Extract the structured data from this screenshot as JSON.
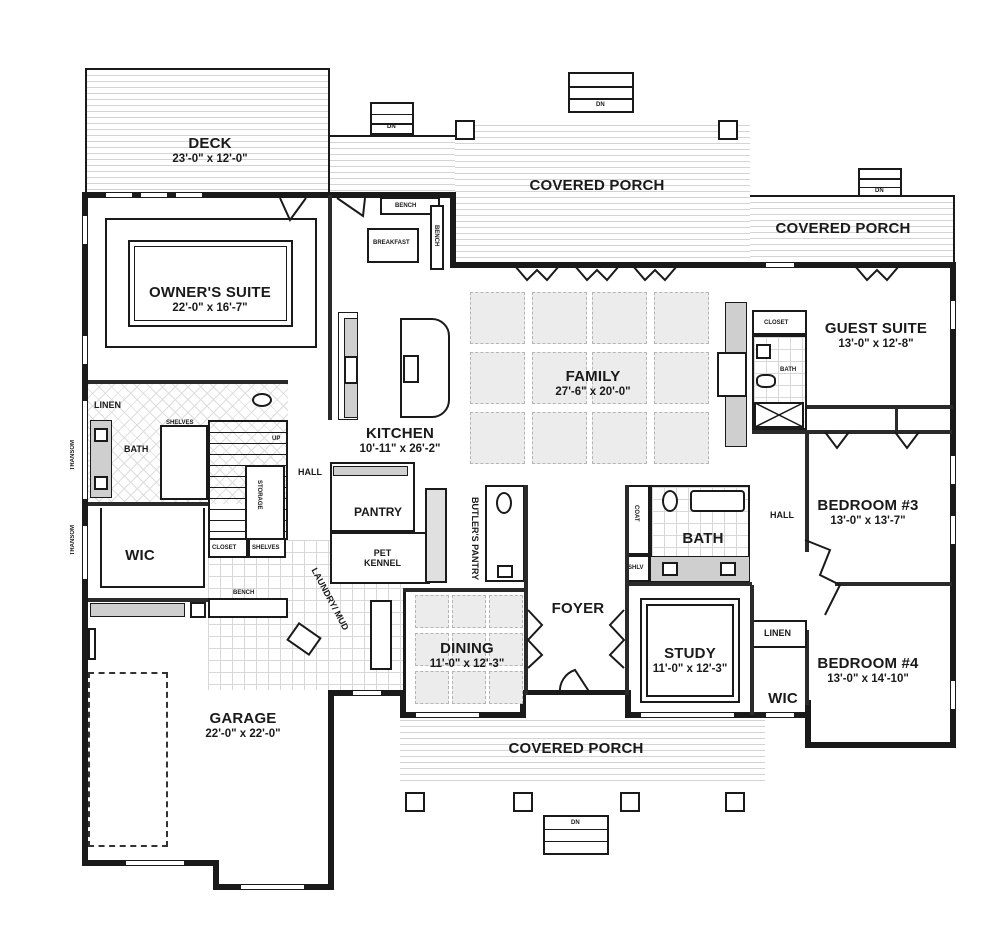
{
  "plan": {
    "type": "residential floor plan",
    "rooms": {
      "deck": {
        "name": "DECK",
        "dims": "23'-0\" x 12'-0\""
      },
      "covered_porch_rear": {
        "name": "COVERED PORCH"
      },
      "covered_porch_rear_right": {
        "name": "COVERED PORCH"
      },
      "covered_porch_front": {
        "name": "COVERED PORCH"
      },
      "owners_suite": {
        "name": "OWNER'S SUITE",
        "dims": "22'-0\" x 16'-7\""
      },
      "kitchen": {
        "name": "KITCHEN",
        "dims": "10'-11\" x 26'-2\""
      },
      "family": {
        "name": "FAMILY",
        "dims": "27'-6\" x 20'-0\""
      },
      "guest_suite": {
        "name": "GUEST SUITE",
        "dims": "13'-0\" x 12'-8\""
      },
      "bedroom3": {
        "name": "BEDROOM #3",
        "dims": "13'-0\" x 13'-7\""
      },
      "bedroom4": {
        "name": "BEDROOM #4",
        "dims": "13'-0\" x 14'-10\""
      },
      "dining": {
        "name": "DINING",
        "dims": "11'-0\" x 12'-3\""
      },
      "study": {
        "name": "STUDY",
        "dims": "11'-0\" x 12'-3\""
      },
      "foyer": {
        "name": "FOYER"
      },
      "garage": {
        "name": "GARAGE",
        "dims": "22'-0\" x 22'-0\""
      },
      "wic_owner": {
        "name": "WIC"
      },
      "wic_bed4": {
        "name": "WIC"
      },
      "bath_owner": {
        "name": "BATH"
      },
      "bath_hall": {
        "name": "BATH"
      },
      "bath_guest": {
        "name": "BATH"
      },
      "pantry": {
        "name": "PANTRY"
      },
      "butlers_pantry": {
        "name": "BUTLER'S PANTRY"
      },
      "pet_kennel": {
        "name": "PET KENNEL"
      },
      "laundry_mud": {
        "name": "LAUNDRY/ MUD"
      },
      "hall_kitchen": {
        "name": "HALL"
      },
      "hall_bedrooms": {
        "name": "HALL"
      },
      "linen_owner": {
        "name": "LINEN"
      },
      "linen_bed4": {
        "name": "LINEN"
      },
      "closet_guest": {
        "name": "CLOSET"
      },
      "closet_mud": {
        "name": "CLOSET"
      },
      "shelves_mud": {
        "name": "SHELVES"
      },
      "shelves_bath": {
        "name": "SHELVES"
      },
      "storage": {
        "name": "STORAGE"
      },
      "coat": {
        "name": "COAT"
      },
      "shelf_bath": {
        "name": "SHLV"
      },
      "bench_mud": {
        "name": "BENCH"
      },
      "bench_breakfast": {
        "name": "BENCH"
      },
      "bench_breakfast_side": {
        "name": "BENCH"
      },
      "breakfast": {
        "name": "BREAKFAST"
      },
      "stair_up": {
        "name": "UP"
      }
    },
    "annotations": {
      "transom_upper": "TRANSOM",
      "transom_lower": "TRANSOM",
      "step_label": "DN"
    }
  }
}
